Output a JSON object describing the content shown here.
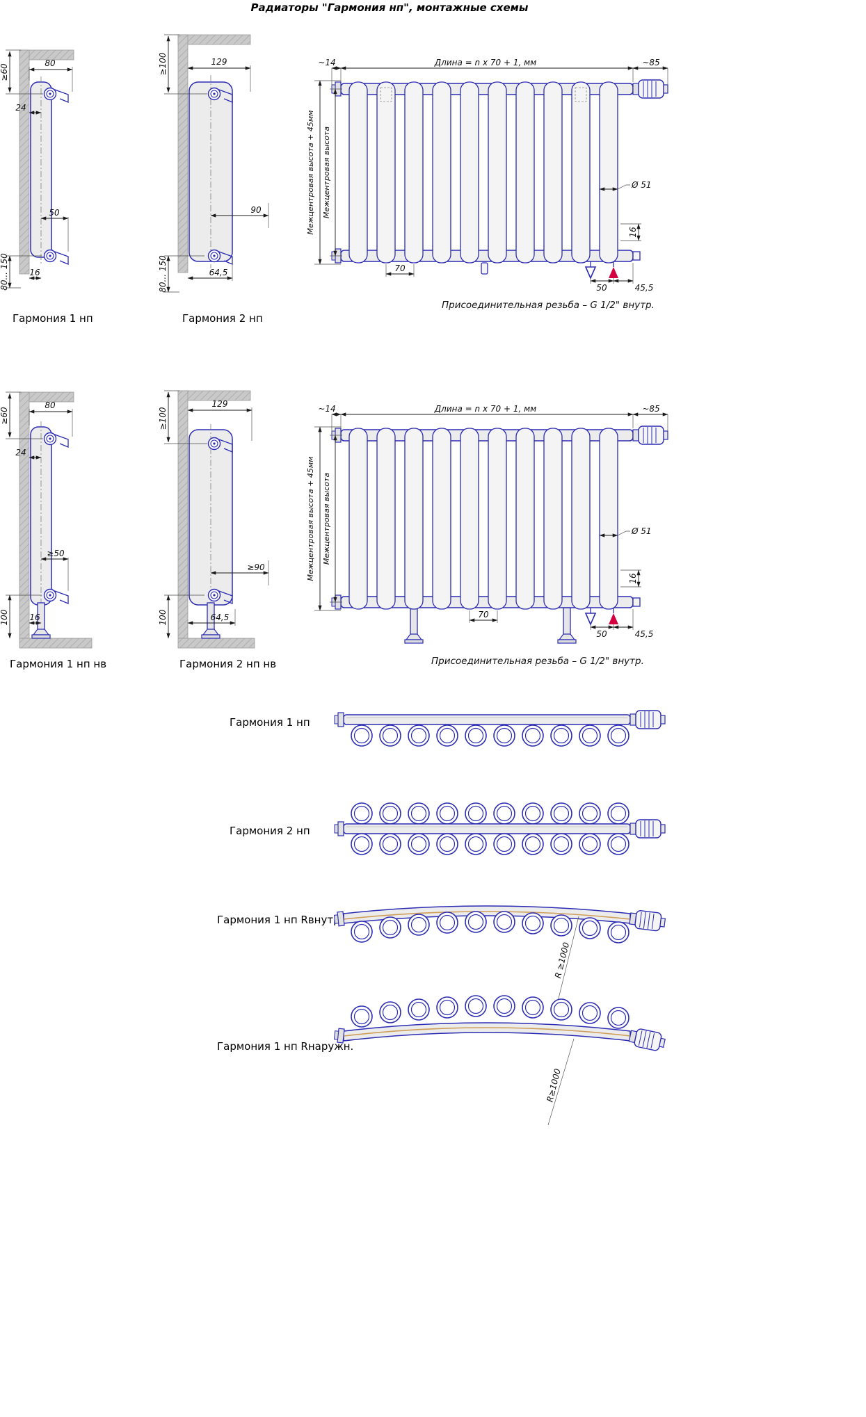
{
  "title": "Радиаторы \"Гармония нп\", монтажные схемы",
  "row1": {
    "left": {
      "label": "Гармония 1 нп",
      "dim_wall_offset_v": "≥60",
      "dim_bracket_h": "80",
      "dim_back_gap": "24",
      "dim_axis": "50",
      "dim_foot": "16",
      "dim_floor_range": "80... 150"
    },
    "mid": {
      "label": "Гармония 2 нп",
      "dim_wall_offset_v": "≥100",
      "dim_bracket_h": "129",
      "dim_axis": "90",
      "dim_foot": "64,5",
      "dim_floor_range": "80... 150"
    },
    "front": {
      "dim_left_stub": "~14",
      "dim_length_formula": "Длина = n x 70 + 1, мм",
      "dim_right_valve": "~85",
      "axis_label_outer": "Межцентровая высота + 45мм",
      "axis_label_inner": "Межцентровая высота",
      "dim_tube_diameter": "Ø 51",
      "dim_tube_depth": "16",
      "dim_tube_pitch": "70",
      "dim_conn_spacing": "50",
      "dim_conn_edge": "45,5",
      "note": "Присоединительная резьба – G 1/2\" внутр."
    }
  },
  "row2": {
    "left": {
      "label": "Гармония 1 нп нв",
      "dim_wall_offset_v": "≥60",
      "dim_bracket_h": "80",
      "dim_back_gap": "24",
      "dim_axis": "≥50",
      "dim_foot": "16",
      "dim_floor_range": "100"
    },
    "mid": {
      "label": "Гармония 2 нп нв",
      "dim_wall_offset_v": "≥100",
      "dim_bracket_h": "129",
      "dim_axis": "≥90",
      "dim_foot": "64,5",
      "dim_floor_range": "100"
    },
    "front": {
      "dim_left_stub": "~14",
      "dim_length_formula": "Длина = n x 70 + 1, мм",
      "dim_right_valve": "~85",
      "axis_label_outer": "Межцентровая высота + 45мм",
      "axis_label_inner": "Межцентровая высота",
      "dim_tube_diameter": "Ø 51",
      "dim_tube_depth": "16",
      "dim_tube_pitch": "70",
      "dim_conn_spacing": "50",
      "dim_conn_edge": "45,5",
      "note": "Присоединительная резьба – G 1/2\" внутр."
    }
  },
  "top_views": {
    "tv1": {
      "label": "Гармония 1 нп"
    },
    "tv2": {
      "label": "Гармония 2 нп"
    },
    "tv3": {
      "label": "Гармония 1 нп Rвнутр.",
      "radius": "R ≥1000"
    },
    "tv4": {
      "label": "Гармония 1 нп Rнаружн.",
      "radius": "R≥1000"
    }
  }
}
